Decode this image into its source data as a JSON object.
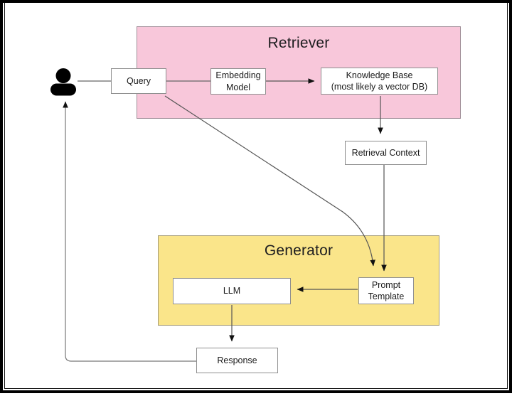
{
  "diagram": {
    "retriever": {
      "title": "Retriever"
    },
    "generator": {
      "title": "Generator"
    },
    "nodes": {
      "query": "Query",
      "embedding_model": "Embedding\nModel",
      "knowledge_base": "Knowledge Base\n(most likely a vector DB)",
      "retrieval_context": "Retrieval Context",
      "llm": "LLM",
      "prompt_template": "Prompt\nTemplate",
      "response": "Response"
    },
    "icons": {
      "user": "user-icon"
    },
    "colors": {
      "retriever_fill": "#f8c7da",
      "generator_fill": "#fae58a",
      "node_fill": "#ffffff",
      "node_border": "#8f8f8f",
      "connector": "#666666",
      "arrowhead": "#111111",
      "text": "#1a1a1a",
      "frame": "#000000"
    }
  }
}
